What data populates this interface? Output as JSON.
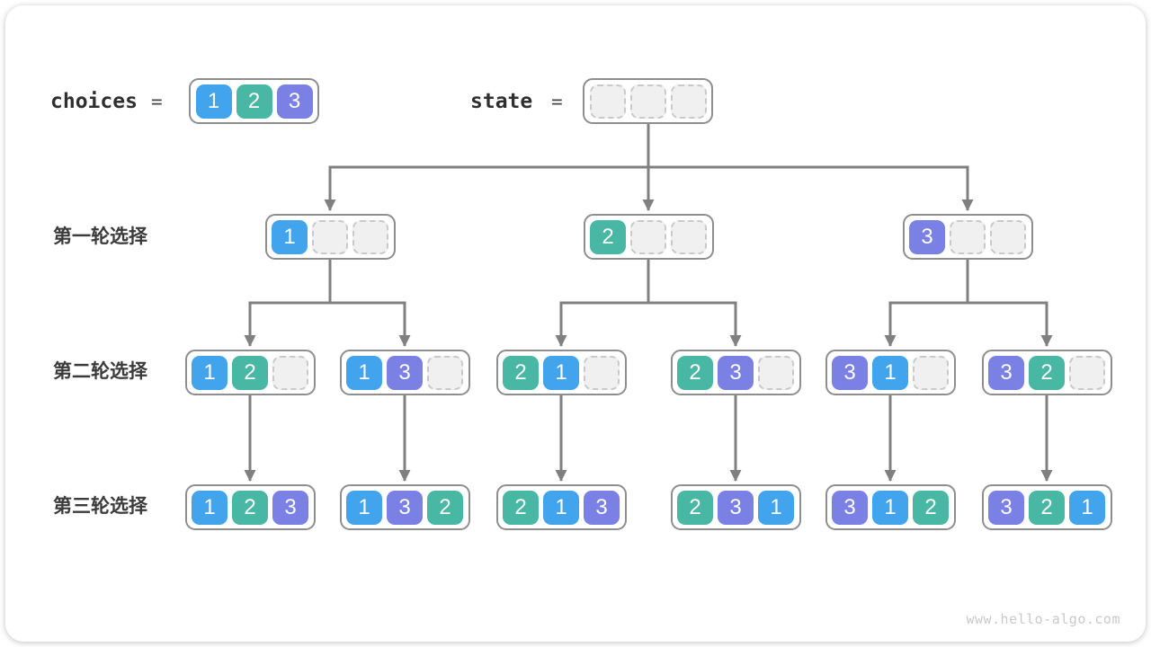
{
  "page": {
    "watermark": "www.hello-algo.com"
  },
  "value_colors": {
    "1": "#41a4ec",
    "2": "#48b7a4",
    "3": "#7b81e4"
  },
  "colors": {
    "connector": "#808080",
    "box_border": "#8e8e8e",
    "empty_cell_bg": "#f0f0f0",
    "empty_cell_border": "#c9c9c9",
    "label_text": "#3b3b3b"
  },
  "header": {
    "choices": {
      "label": "choices",
      "equals": "=",
      "cells": [
        "1",
        "2",
        "3"
      ]
    },
    "state": {
      "label": "state",
      "equals": "=",
      "cells": [
        "",
        "",
        ""
      ]
    }
  },
  "rows": [
    {
      "label": "第一轮选择",
      "boxes": [
        [
          "1",
          "",
          ""
        ],
        [
          "2",
          "",
          ""
        ],
        [
          "3",
          "",
          ""
        ]
      ]
    },
    {
      "label": "第二轮选择",
      "boxes": [
        [
          "1",
          "2",
          ""
        ],
        [
          "1",
          "3",
          ""
        ],
        [
          "2",
          "1",
          ""
        ],
        [
          "2",
          "3",
          ""
        ],
        [
          "3",
          "1",
          ""
        ],
        [
          "3",
          "2",
          ""
        ]
      ]
    },
    {
      "label": "第三轮选择",
      "boxes": [
        [
          "1",
          "2",
          "3"
        ],
        [
          "1",
          "3",
          "2"
        ],
        [
          "2",
          "1",
          "3"
        ],
        [
          "2",
          "3",
          "1"
        ],
        [
          "3",
          "1",
          "2"
        ],
        [
          "3",
          "2",
          "1"
        ]
      ]
    }
  ]
}
